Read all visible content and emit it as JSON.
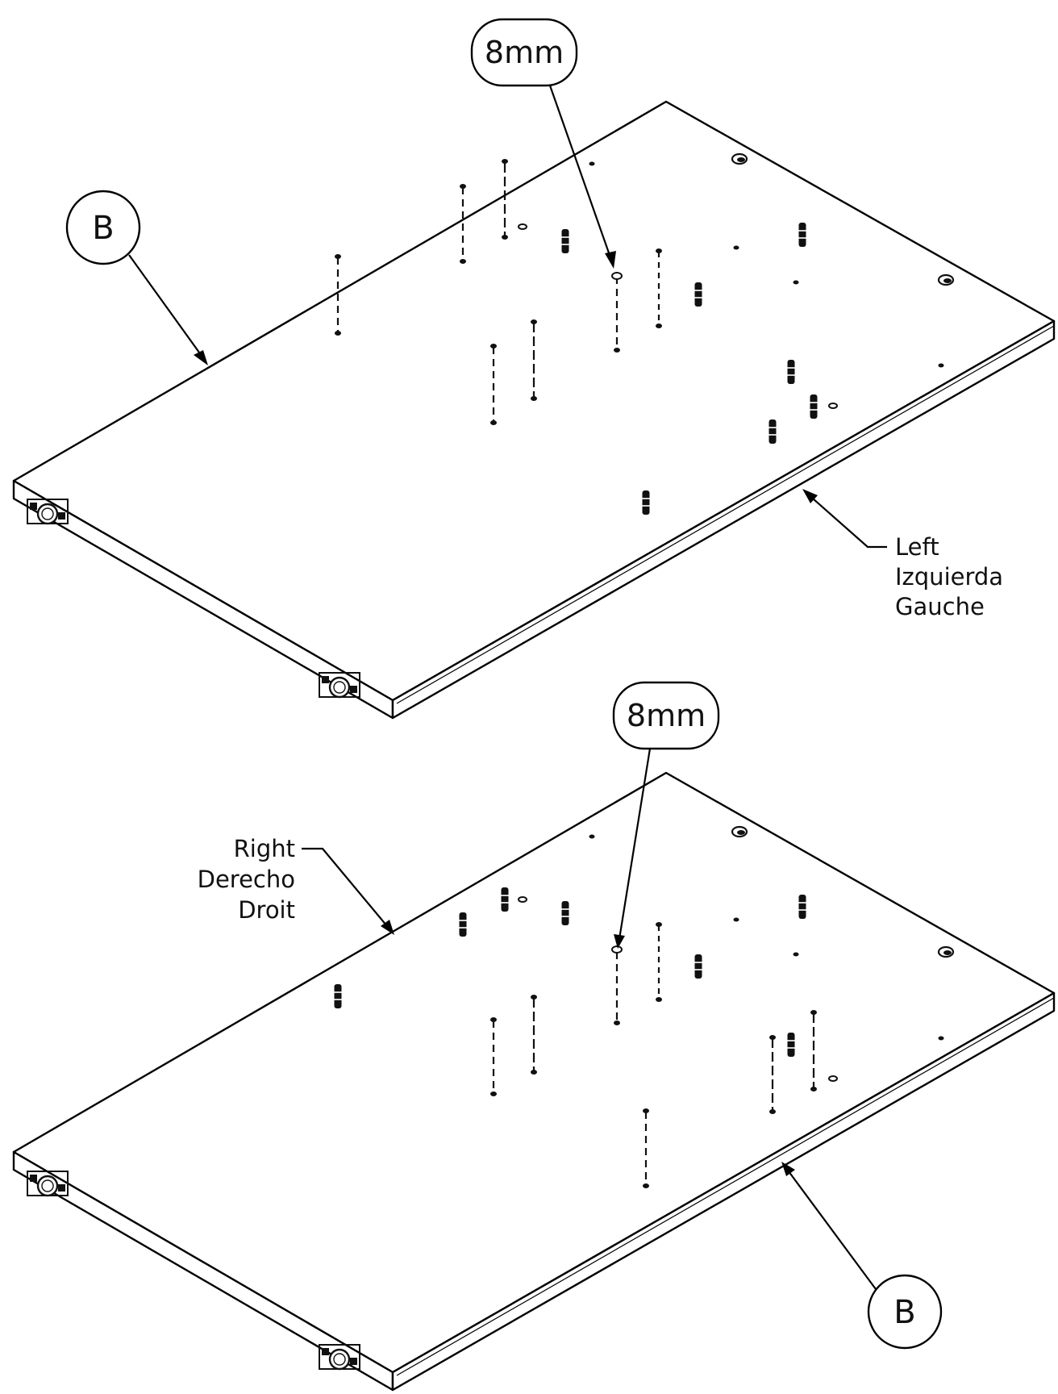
{
  "title": "",
  "callouts": {
    "top_b": "B",
    "top_size": "8mm",
    "bottom_size": "8mm",
    "bottom_b": "B"
  },
  "labels": {
    "left": [
      "Left",
      "Izquierda",
      "Gauche"
    ],
    "right": [
      "Right",
      "Derecho",
      "Droit"
    ]
  },
  "colors": {
    "line": "#000000",
    "background": "#ffffff"
  }
}
